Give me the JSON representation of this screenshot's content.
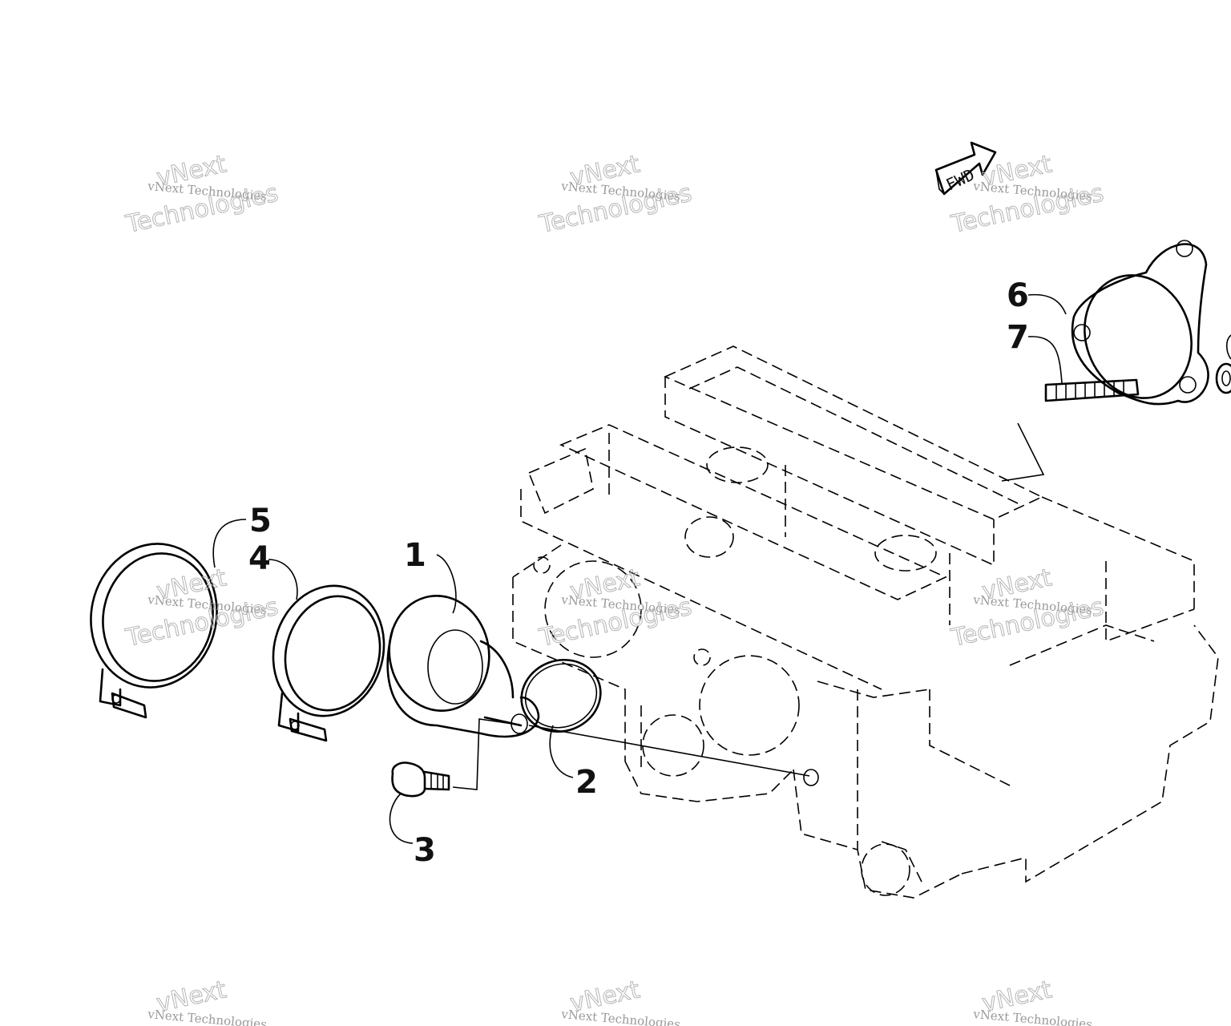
{
  "diagram": {
    "callouts": [
      {
        "id": "1",
        "label": "1"
      },
      {
        "id": "2",
        "label": "2"
      },
      {
        "id": "3",
        "label": "3"
      },
      {
        "id": "4",
        "label": "4"
      },
      {
        "id": "5",
        "label": "5"
      },
      {
        "id": "6",
        "label": "6"
      },
      {
        "id": "7",
        "label": "7"
      }
    ],
    "direction_arrow": {
      "label": "FWD"
    },
    "watermark": {
      "line1": "vNext Technologies",
      "brand_top": "vNext",
      "brand_bottom": "Technologies"
    }
  }
}
